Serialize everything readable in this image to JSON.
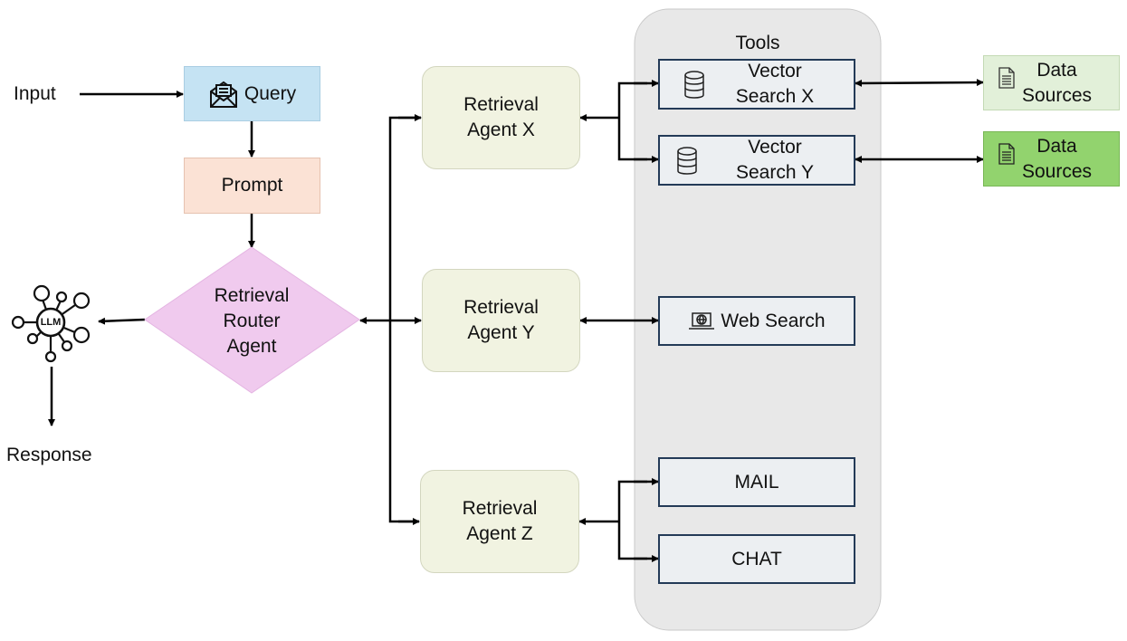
{
  "input_label": "Input",
  "response_label": "Response",
  "query": {
    "label": "Query",
    "icon": "envelope-icon",
    "fill": "#c5e3f3"
  },
  "prompt": {
    "label": "Prompt",
    "fill": "#fbe2d5"
  },
  "router": {
    "label": "Retrieval\nRouter\nAgent",
    "fill": "#f0caee"
  },
  "llm": {
    "label": "LLM",
    "icon": "llm-network-icon"
  },
  "agents": [
    {
      "label": "Retrieval\nAgent X"
    },
    {
      "label": "Retrieval\nAgent Y"
    },
    {
      "label": "Retrieval\nAgent Z"
    }
  ],
  "tools_panel": {
    "title": "Tools",
    "fill": "#e8e8e8"
  },
  "tools": [
    {
      "label": "Vector\nSearch X",
      "icon": "database-icon"
    },
    {
      "label": "Vector\nSearch Y",
      "icon": "database-icon"
    },
    {
      "label": "Web Search",
      "icon": "laptop-globe-icon"
    },
    {
      "label": "MAIL"
    },
    {
      "label": "CHAT"
    }
  ],
  "data_sources": [
    {
      "label": "Data\nSources",
      "icon": "document-icon",
      "fill": "#e2f0d9"
    },
    {
      "label": "Data\nSources",
      "icon": "document-icon",
      "fill": "#92d36e"
    }
  ],
  "colors": {
    "wire": "#000000",
    "tool_border": "#233a57"
  }
}
